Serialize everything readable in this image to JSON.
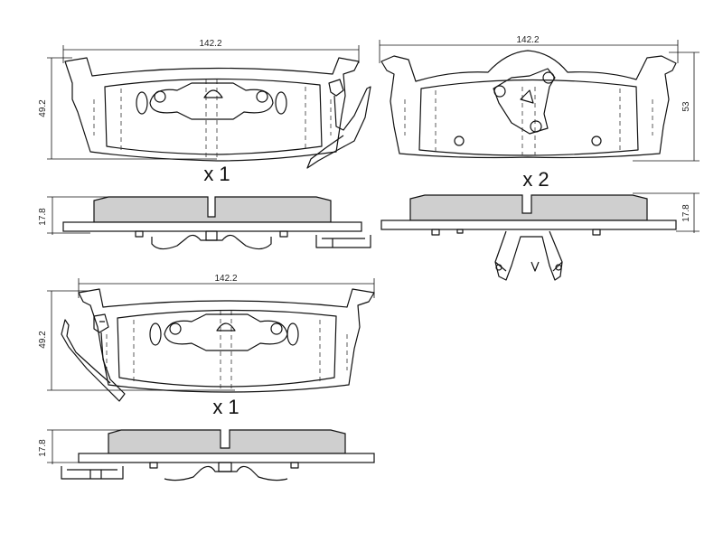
{
  "views": {
    "top_left": {
      "width_label": "142.2",
      "height_label": "49.2",
      "quantity": "x 1",
      "thickness_label": "17.8"
    },
    "top_right": {
      "width_label": "142.2",
      "height_label": "53",
      "quantity": "x 2",
      "thickness_label": "17.8"
    },
    "bottom_left": {
      "width_label": "142.2",
      "height_label": "49.2",
      "quantity": "x 1",
      "thickness_label": "17.8"
    }
  }
}
